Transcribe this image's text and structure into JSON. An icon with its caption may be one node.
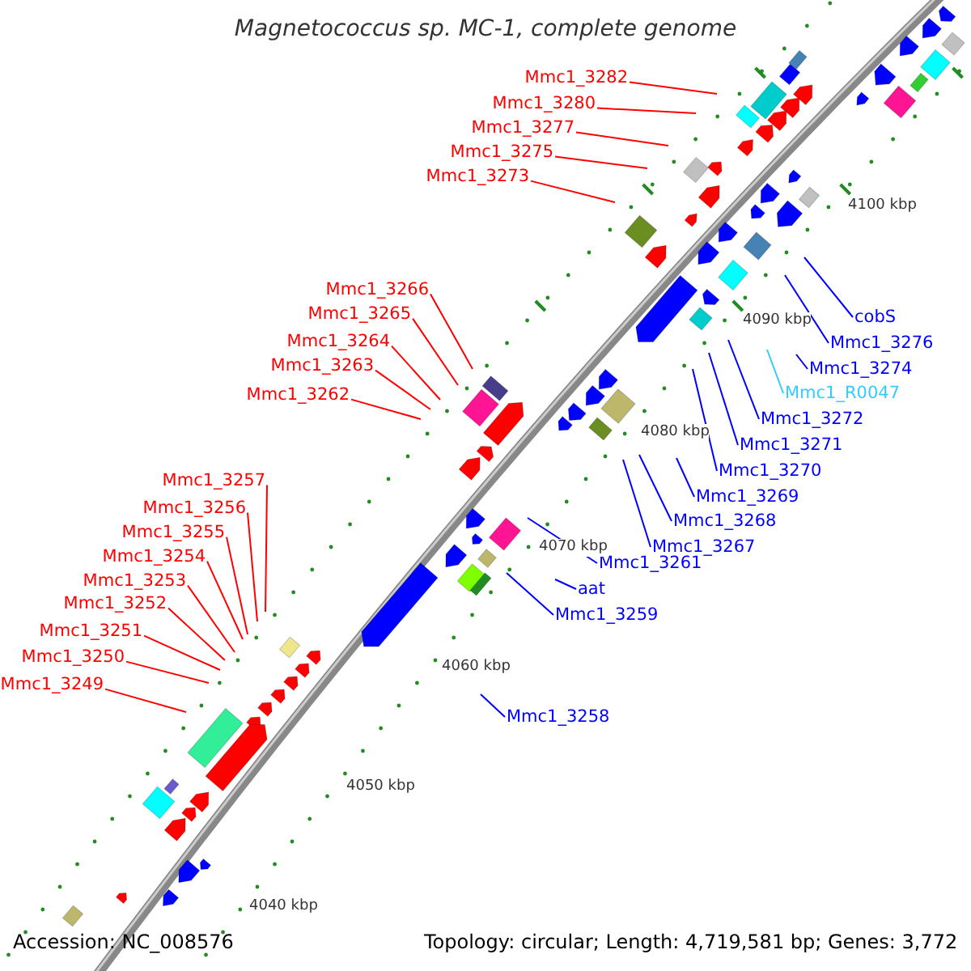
{
  "diagram": {
    "title": "Magnetococcus sp. MC-1, complete genome",
    "nodes": [
      {
        "text": [
          "Mmc1_3282"
        ]
      },
      {
        "text": [
          "Mmc1_3280"
        ]
      },
      {
        "text": [
          "Mmc1_3277"
        ]
      },
      {
        "text": [
          "Mmc1_3275"
        ]
      },
      {
        "text": [
          "Mmc1_3273"
        ]
      },
      {
        "text": [
          "Mmc1_3266"
        ]
      },
      {
        "text": [
          "Mmc1_3265"
        ]
      },
      {
        "text": [
          "cobS"
        ]
      },
      {
        "text": [
          "Mmc1_3264"
        ]
      },
      {
        "text": [
          "Mmc1_3276"
        ]
      },
      {
        "text": [
          "Mmc1_3263"
        ]
      },
      {
        "text": [
          "Mmc1_3274"
        ]
      },
      {
        "text": [
          "Mmc1_3262"
        ]
      },
      {
        "text": [
          "Mmc1_R0047"
        ]
      },
      {
        "text": [
          "Mmc1_3272"
        ]
      },
      {
        "text": [
          "Mmc1_3271"
        ]
      },
      {
        "text": [
          "Mmc1_3270"
        ]
      },
      {
        "text": [
          "Mmc1_3257"
        ]
      },
      {
        "text": [
          "Mmc1_3269"
        ]
      },
      {
        "text": [
          "Mmc1_3256"
        ]
      },
      {
        "text": [
          "Mmc1_3268"
        ]
      },
      {
        "text": [
          "Mmc1_3255"
        ]
      },
      {
        "text": [
          "Mmc1_3267"
        ]
      },
      {
        "text": [
          "Mmc1_3254"
        ]
      },
      {
        "text": [
          "Mmc1_3261"
        ]
      },
      {
        "text": [
          "Mmc1_3253"
        ]
      },
      {
        "text": [
          "aat"
        ]
      },
      {
        "text": [
          "Mmc1_3252"
        ]
      },
      {
        "text": [
          "Mmc1_3259"
        ]
      },
      {
        "text": [
          "Mmc1_3251"
        ]
      },
      {
        "text": [
          "Mmc1_3250"
        ]
      },
      {
        "text": [
          "Mmc1_3249"
        ]
      },
      {
        "text": [
          "Mmc1_3258"
        ]
      }
    ],
    "edges": [
      {
        "from": 0,
        "to": null,
        "arrow": "none"
      },
      {
        "from": 1,
        "to": null,
        "arrow": "none"
      },
      {
        "from": 2,
        "to": null,
        "arrow": "none"
      },
      {
        "from": 3,
        "to": null,
        "arrow": "none"
      },
      {
        "from": 4,
        "to": null,
        "arrow": "none"
      },
      {
        "from": 5,
        "to": null,
        "arrow": "none"
      },
      {
        "from": 6,
        "to": null,
        "arrow": "none"
      },
      {
        "from": 7,
        "to": null,
        "arrow": "none",
        "color": "#0000ff"
      },
      {
        "from": 8,
        "to": null,
        "arrow": "none"
      },
      {
        "from": 9,
        "to": null,
        "arrow": "none",
        "color": "#0000ff"
      },
      {
        "from": 10,
        "to": null,
        "arrow": "none"
      },
      {
        "from": 11,
        "to": null,
        "arrow": "none",
        "color": "#0000ff"
      },
      {
        "from": 12,
        "to": null,
        "arrow": "none"
      },
      {
        "from": 13,
        "to": null,
        "arrow": "none",
        "color": "#33ccff"
      },
      {
        "from": 14,
        "to": null,
        "arrow": "none",
        "color": "#0000ff"
      },
      {
        "from": 15,
        "to": null,
        "arrow": "none",
        "color": "#0000ff"
      },
      {
        "from": 16,
        "to": null,
        "arrow": "none",
        "color": "#0000ff"
      },
      {
        "from": 17,
        "to": null,
        "arrow": "none"
      },
      {
        "from": 18,
        "to": null,
        "arrow": "none",
        "color": "#0000ff"
      },
      {
        "from": 19,
        "to": null,
        "arrow": "none"
      },
      {
        "from": 20,
        "to": null,
        "arrow": "none",
        "color": "#0000ff"
      },
      {
        "from": 21,
        "to": null,
        "arrow": "none"
      },
      {
        "from": 22,
        "to": null,
        "arrow": "none",
        "color": "#0000ff"
      },
      {
        "from": 23,
        "to": null,
        "arrow": "none"
      },
      {
        "from": 24,
        "to": null,
        "arrow": "none",
        "color": "#0000ff"
      },
      {
        "from": 25,
        "to": null,
        "arrow": "none"
      },
      {
        "from": 26,
        "to": null,
        "arrow": "none",
        "color": "#0000ff"
      },
      {
        "from": 27,
        "to": null,
        "arrow": "none"
      },
      {
        "from": 28,
        "to": null,
        "arrow": "none",
        "color": "#0000ff"
      },
      {
        "from": 29,
        "to": null,
        "arrow": "none"
      },
      {
        "from": 30,
        "to": null,
        "arrow": "none"
      },
      {
        "from": 31,
        "to": null,
        "arrow": "none"
      },
      {
        "from": 32,
        "to": null,
        "arrow": "none",
        "color": "#0000ff"
      }
    ],
    "labels": [
      "4100 kbp",
      "4090 kbp",
      "4080 kbp",
      "4070 kbp",
      "4060 kbp",
      "4050 kbp",
      "4040 kbp",
      "Accession: NC_008576",
      "Topology: circular; Length: 4,719,581 bp; Genes: 3,772"
    ]
  }
}
